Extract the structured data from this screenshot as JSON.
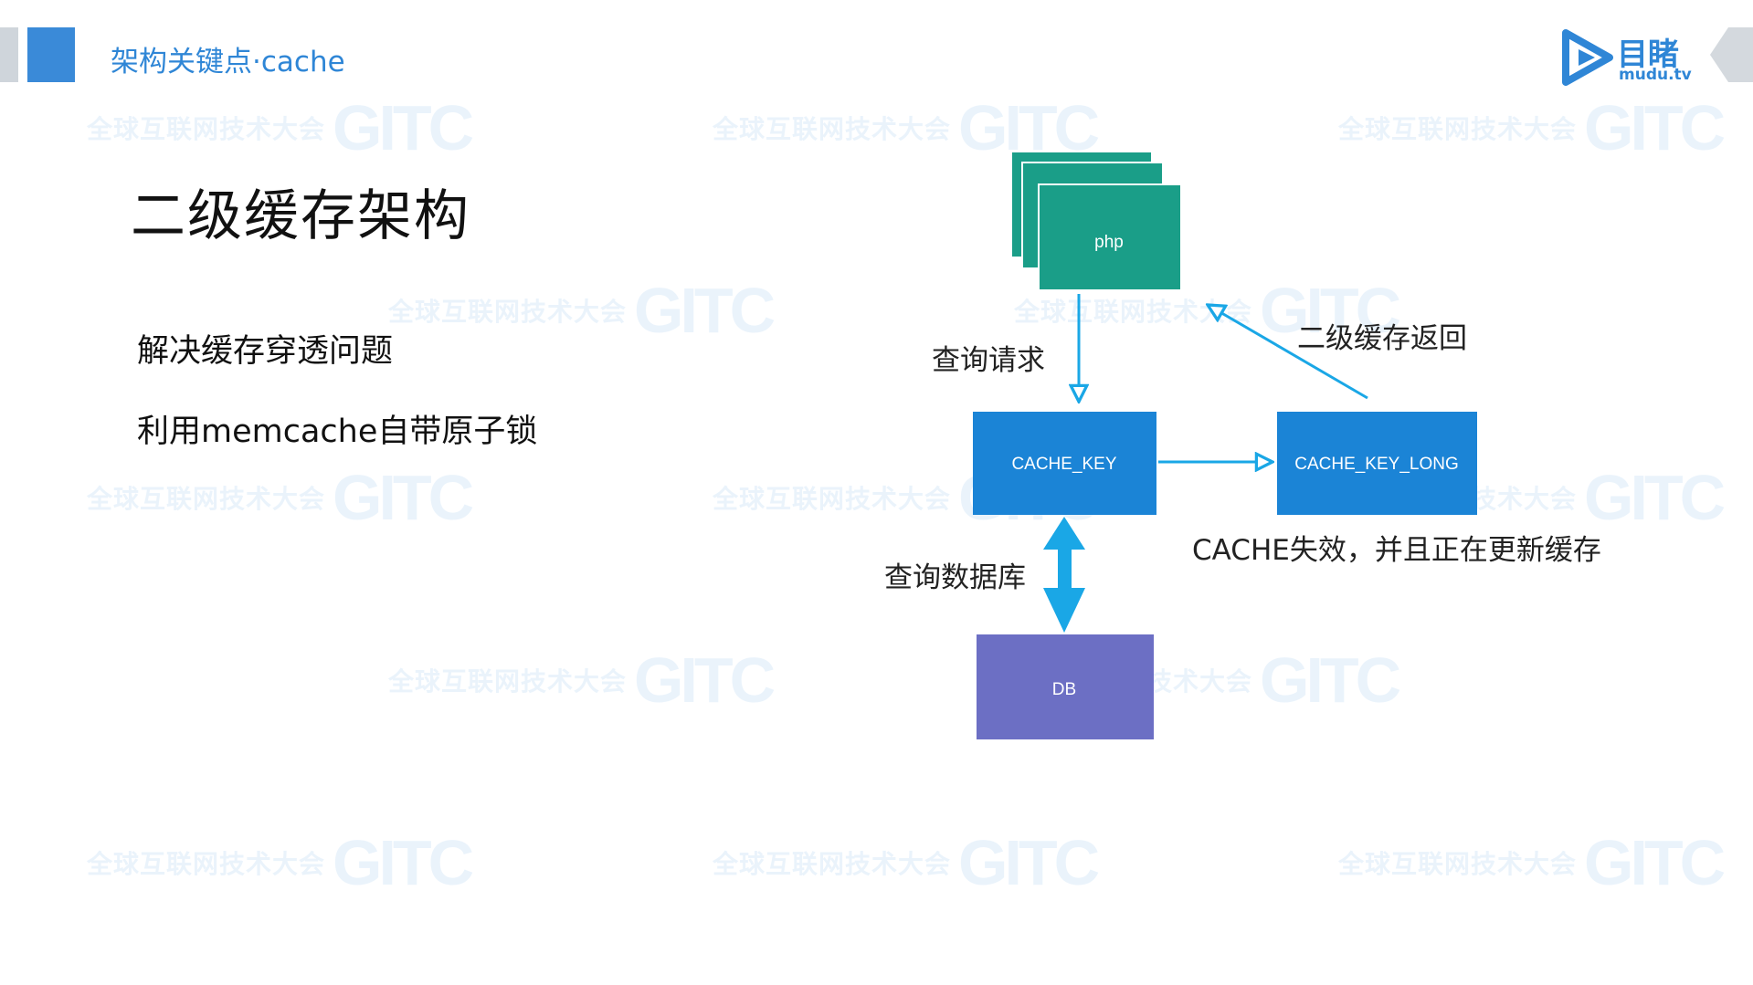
{
  "header": {
    "section_title": "架构关键点·cache",
    "brand_name": "目睹",
    "brand_url": "mudu.tv",
    "accent_color": "#3a8ad8"
  },
  "slide": {
    "title": "二级缓存架构",
    "bullets": [
      "解决缓存穿透问题",
      "利用memcache自带原子锁"
    ]
  },
  "watermark": {
    "text": "全球互联网技术大会",
    "logo_text": "GITC"
  },
  "diagram": {
    "nodes": {
      "php": {
        "label": "php",
        "color": "#1a9e88"
      },
      "cache_key": {
        "label": "CACHE_KEY",
        "color": "#1b84d6"
      },
      "cache_key_long": {
        "label": "CACHE_KEY_LONG",
        "color": "#1b84d6"
      },
      "db": {
        "label": "DB",
        "color": "#6c6fc4"
      }
    },
    "edges": {
      "query_request": "查询请求",
      "second_level_return": "二级缓存返回",
      "query_database": "查询数据库",
      "cache_invalid": "CACHE失效，并且正在更新缓存"
    },
    "arrow_color": "#1aa7e6"
  }
}
